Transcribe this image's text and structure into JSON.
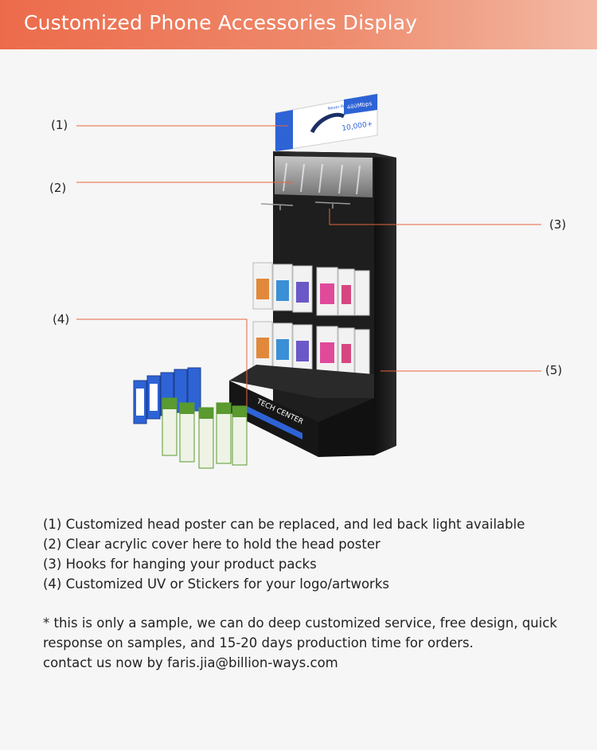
{
  "header": {
    "title": "Customized Phone Accessories Display"
  },
  "colors": {
    "header_start": "#ec6b4b",
    "header_end": "#f3b9a4",
    "callout_line": "#e8643f",
    "stand_body": "#1b1b1b",
    "poster_blue": "#2e63d6"
  },
  "callouts": [
    {
      "label": "(1)"
    },
    {
      "label": "(2)"
    },
    {
      "label": "(3)"
    },
    {
      "label": "(4)"
    },
    {
      "label": "(5)"
    }
  ],
  "poster": {
    "headline": "480Mbps",
    "brand_line": "Never Replace",
    "number": "10,000+"
  },
  "stand": {
    "base_text": "TECH CENTER"
  },
  "descriptions": [
    "(1) Customized head poster can be replaced, and led back light available",
    "(2) Clear acrylic cover here to hold the head poster",
    "(3) Hooks for hanging your product packs",
    "(4) Customized UV or Stickers for your logo/artworks"
  ],
  "note": {
    "lines": [
      "* this is only a sample, we can do deep customized service, free design, quick",
      "response on samples, and 15-20 days  production time for orders.",
      "contact us now by faris.jia@billion-ways.com"
    ]
  }
}
